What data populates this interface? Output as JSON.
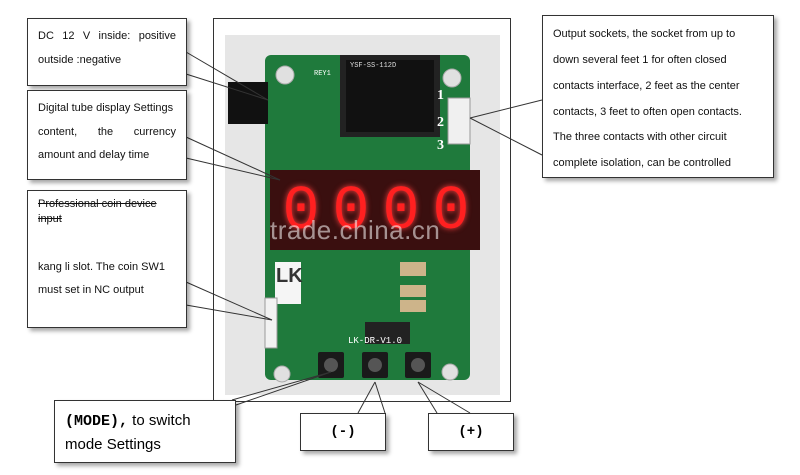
{
  "annotations": {
    "dc_power": {
      "line1": "DC  12  V  inside:  positive",
      "line2": "outside :negative"
    },
    "display": {
      "line1": "Digital tube display Settings",
      "line2": "content,    the    currency",
      "line3": "amount and delay time"
    },
    "coin": {
      "line1": "Professional coin device input",
      "line2": "kang li slot. The coin SW1",
      "line3": "must set in NC output"
    },
    "output": {
      "text": "Output sockets, the socket from up to down several feet 1 for often closed contacts interface, 2 feet as the center contacts, 3 feet to often open contacts. The three contacts with other circuit complete isolation, can be controlled"
    },
    "mode": {
      "key": "(MODE),",
      "text1": " to switch",
      "text2": "mode Settings"
    },
    "minus": {
      "label": "(-)"
    },
    "plus": {
      "label": "(+)"
    }
  },
  "board": {
    "display_digits": [
      "0",
      "0",
      "0",
      "0"
    ],
    "pin_numbers": [
      "1",
      "2",
      "3"
    ],
    "board_label": "LK-DR-V1.0",
    "logo": "LK",
    "relay_text": "YSF-SS-112D",
    "ref_rey": "REY1"
  },
  "watermark": "trade.china.cn",
  "colors": {
    "pcb": "#1f7a3c",
    "led": "#ff2020",
    "border": "#333333"
  }
}
